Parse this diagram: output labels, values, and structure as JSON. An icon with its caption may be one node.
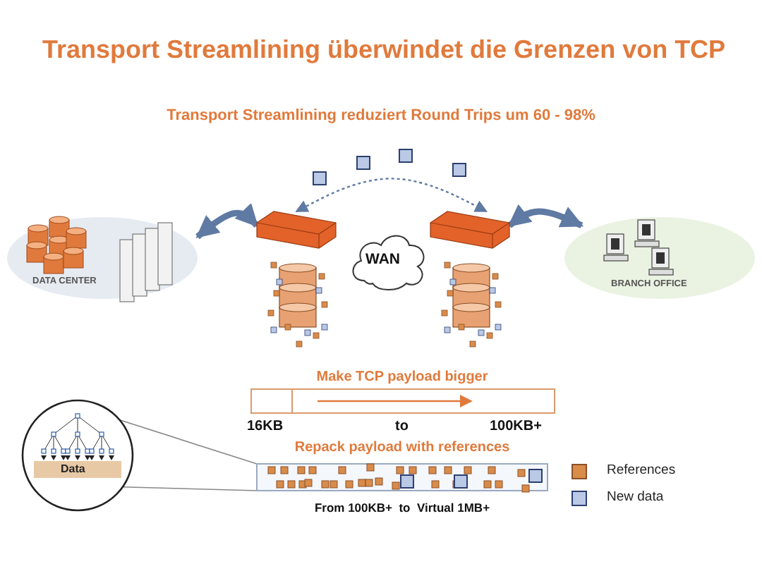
{
  "diagram": {
    "title": "Transport Streamlining überwindet die Grenzen von TCP",
    "nodes": [
      {
        "text": [
          "DATA CENTER"
        ]
      },
      {
        "text": [],
        "shape": "picture"
      },
      {
        "text": [
          "WAN"
        ]
      },
      {
        "text": [],
        "shape": "picture"
      },
      {
        "text": [
          "BRANCH OFFICE"
        ]
      },
      {
        "text": [
          "Data"
        ]
      },
      {
        "text": [],
        "shape": "bar"
      }
    ],
    "edges": [
      {
        "from": 0,
        "to": 1,
        "arrow": "both",
        "style": "thick"
      },
      {
        "from": 1,
        "to": 3,
        "arrow": "both",
        "style": "dashed"
      },
      {
        "from": 3,
        "to": 4,
        "arrow": "both",
        "style": "thick"
      },
      {
        "from": 5,
        "to": 6,
        "arrow": "none",
        "color": "#888888"
      },
      {
        "from": 5,
        "to": 6,
        "arrow": "none",
        "color": "#888888"
      }
    ],
    "labels": [
      "Transport Streamlining reduziert Round Trips um 60 - 98%",
      "Make TCP payload bigger",
      "16KB",
      "to",
      "100KB+",
      "Repack payload with references",
      "From 100KB+  to  Virtual 1MB+"
    ],
    "legend": [
      {
        "text": "References",
        "color": "#d98b4a"
      },
      {
        "text": "New data",
        "color": "#b9c9e6"
      }
    ]
  }
}
